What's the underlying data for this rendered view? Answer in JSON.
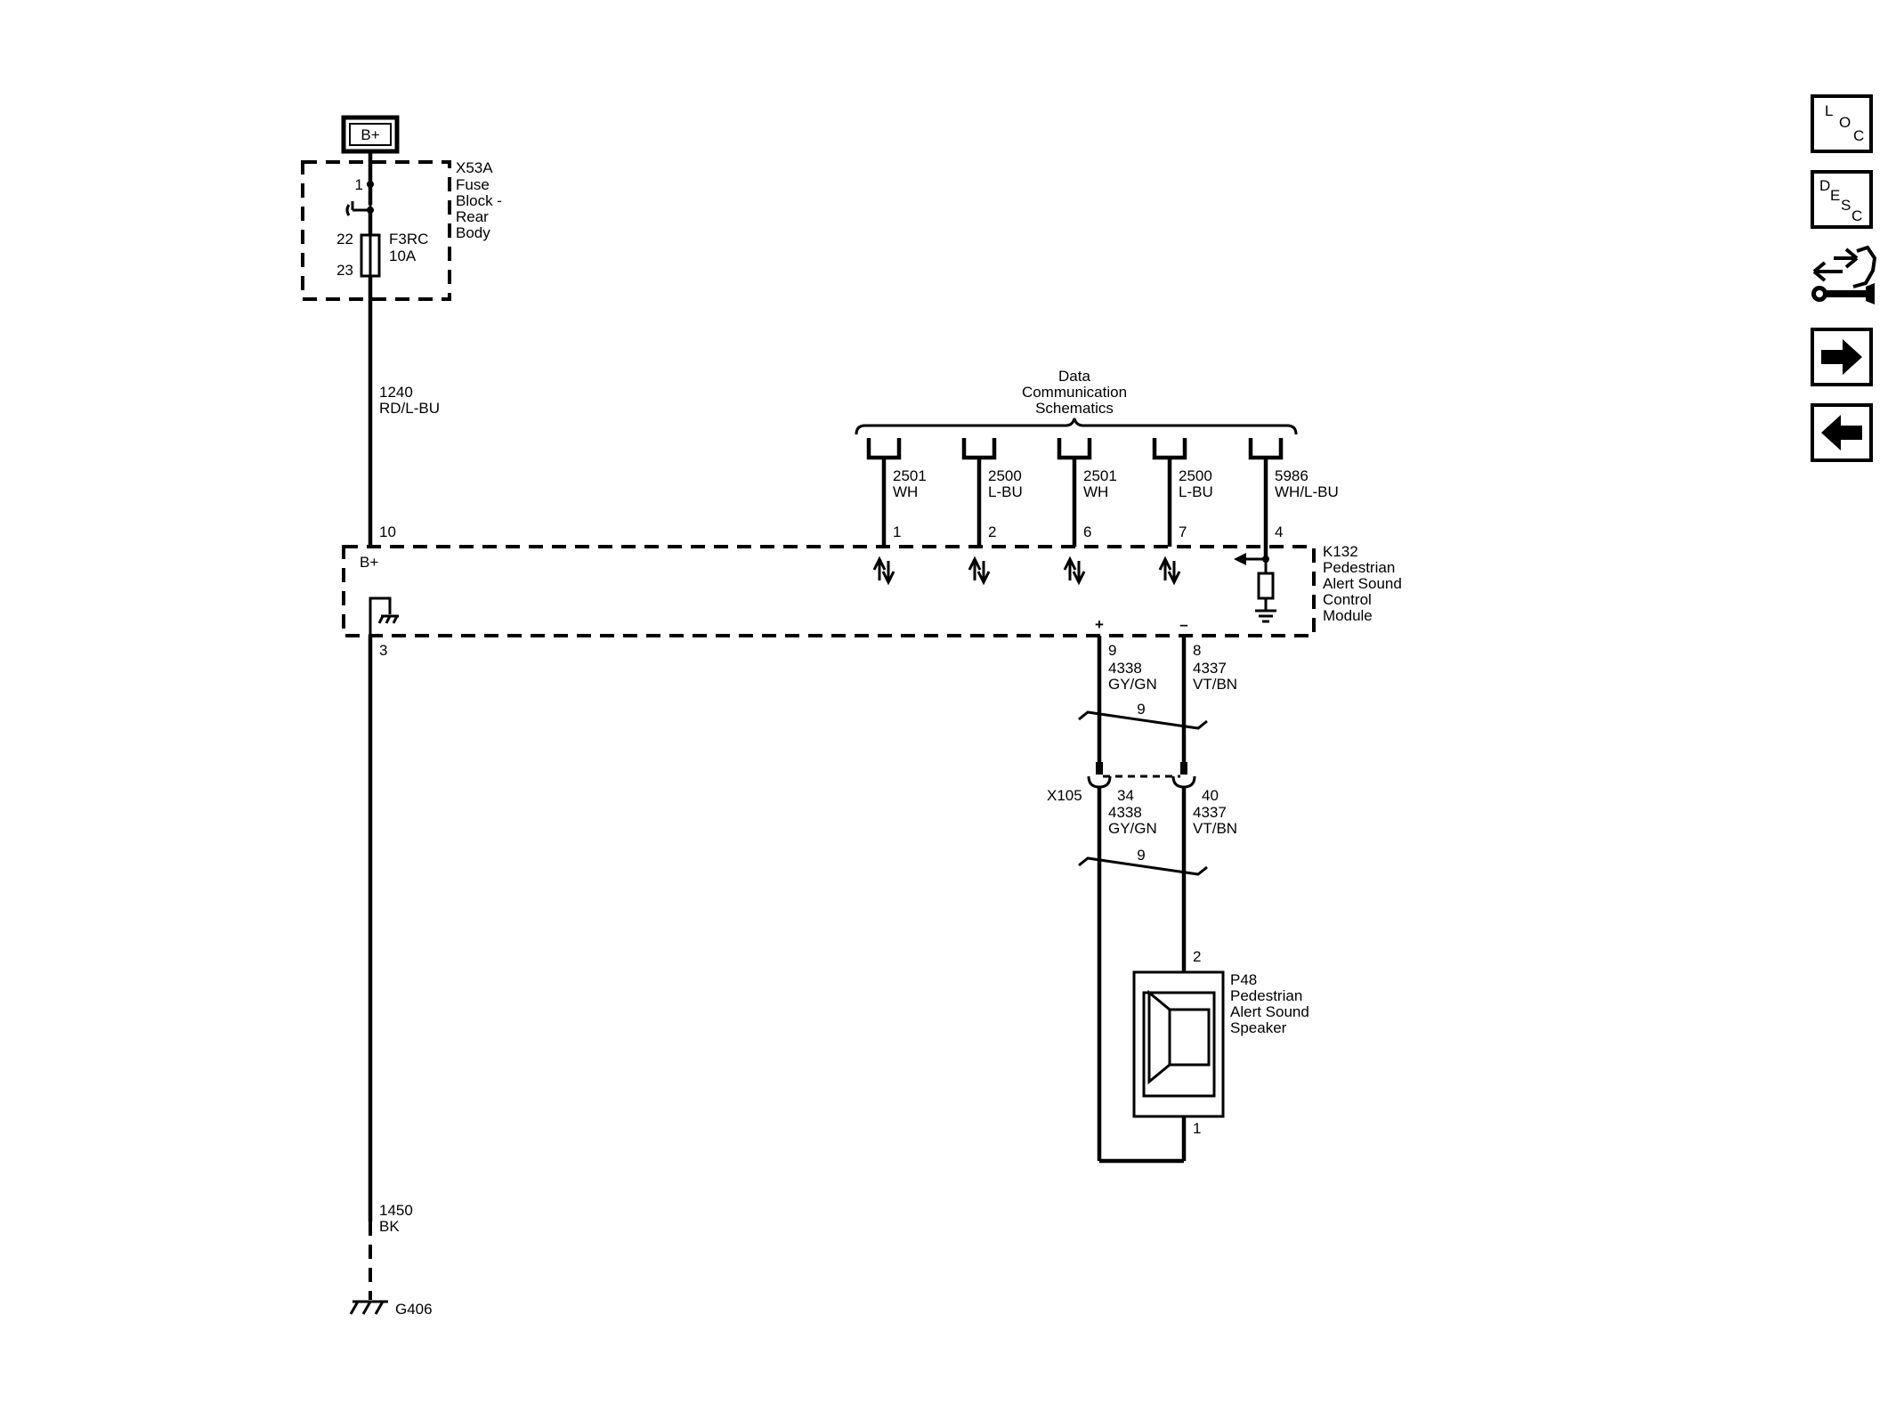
{
  "power": {
    "label": "B+"
  },
  "fuse_block": {
    "id": "X53A",
    "name_lines": [
      "Fuse",
      "Block -",
      "Rear",
      "Body"
    ],
    "pin_in": "1",
    "pin_a": "22",
    "pin_b": "23",
    "fuse_id": "F3RC",
    "fuse_rating": "10A"
  },
  "wire_power": {
    "circuit": "1240",
    "color": "RD/L-BU"
  },
  "data_comm": {
    "lines": [
      "Data",
      "Communication",
      "Schematics"
    ]
  },
  "data_wires": [
    {
      "circuit": "2501",
      "color": "WH",
      "pin": "1"
    },
    {
      "circuit": "2500",
      "color": "L-BU",
      "pin": "2"
    },
    {
      "circuit": "2501",
      "color": "WH",
      "pin": "6"
    },
    {
      "circuit": "2500",
      "color": "L-BU",
      "pin": "7"
    },
    {
      "circuit": "5986",
      "color": "WH/L-BU",
      "pin": "4"
    }
  ],
  "module": {
    "id": "K132",
    "name_lines": [
      "Pedestrian",
      "Alert Sound",
      "Control",
      "Module"
    ],
    "pin_power": "10",
    "power_label": "B+",
    "pin_ground": "3",
    "plus_sign": "+",
    "minus_sign": "–",
    "pin_plus": "9",
    "pin_minus": "8"
  },
  "speaker_wires_upper": [
    {
      "circuit": "4338",
      "color": "GY/GN"
    },
    {
      "circuit": "4337",
      "color": "VT/BN"
    }
  ],
  "twist_label": "9",
  "connector": {
    "id": "X105",
    "pin_plus": "34",
    "pin_minus": "40"
  },
  "speaker_wires_lower": [
    {
      "circuit": "4338",
      "color": "GY/GN"
    },
    {
      "circuit": "4337",
      "color": "VT/BN"
    }
  ],
  "speaker": {
    "id": "P48",
    "name_lines": [
      "Pedestrian",
      "Alert Sound",
      "Speaker"
    ],
    "pin_top": "2",
    "pin_bottom": "1"
  },
  "wire_ground": {
    "circuit": "1450",
    "color": "BK"
  },
  "ground": {
    "id": "G406"
  },
  "nav": {
    "loc": [
      "L",
      "O",
      "C"
    ],
    "desc": [
      "D",
      "E",
      "S",
      "C"
    ]
  }
}
